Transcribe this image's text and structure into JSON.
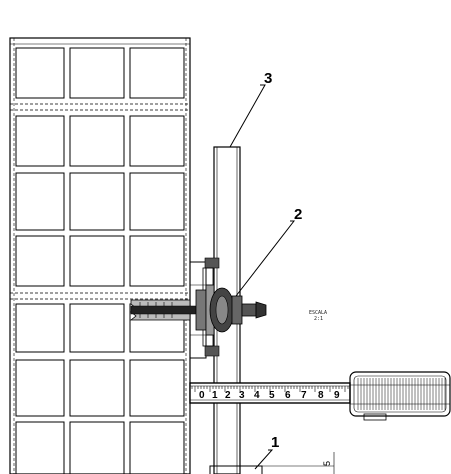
{
  "callouts": {
    "one": "1",
    "two": "2",
    "three": "3"
  },
  "scale": {
    "label": "ESCALA",
    "value": "2:1"
  },
  "tape": {
    "marks": [
      "0",
      "1",
      "2",
      "3",
      "4",
      "5",
      "6",
      "7",
      "8",
      "9"
    ]
  },
  "dimension": {
    "value": "5"
  },
  "colors": {
    "line": "#000000",
    "background": "#ffffff"
  }
}
